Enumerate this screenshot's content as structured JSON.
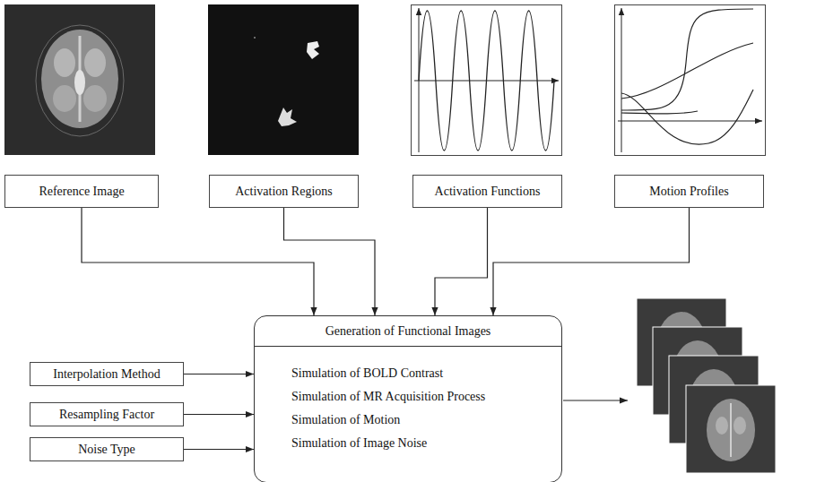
{
  "diagram": {
    "nodes": [
      {
        "text": [
          "Reference Image"
        ]
      },
      {
        "text": [
          "Activation Regions"
        ]
      },
      {
        "text": [
          "Activation Functions"
        ]
      },
      {
        "text": [
          "Motion Profiles"
        ]
      },
      {
        "text": [
          "Generation of Functional Images",
          "Simulation of BOLD Contrast",
          "Simulation of MR Acquisition Process",
          "Simulation of Motion",
          "Simulation of Image Noise"
        ]
      },
      {
        "text": [
          "Interpolation Method"
        ]
      },
      {
        "text": [
          "Resampling Factor"
        ]
      },
      {
        "text": [
          "Noise Type"
        ]
      }
    ],
    "edges": [
      {
        "from": 0,
        "to": 4,
        "arrow": "to"
      },
      {
        "from": 1,
        "to": 4,
        "arrow": "to"
      },
      {
        "from": 2,
        "to": 4,
        "arrow": "to"
      },
      {
        "from": 3,
        "to": 4,
        "arrow": "to"
      },
      {
        "from": 5,
        "to": 4,
        "arrow": "to"
      },
      {
        "from": 6,
        "to": 4,
        "arrow": "to"
      },
      {
        "from": 7,
        "to": 4,
        "arrow": "to"
      }
    ]
  }
}
